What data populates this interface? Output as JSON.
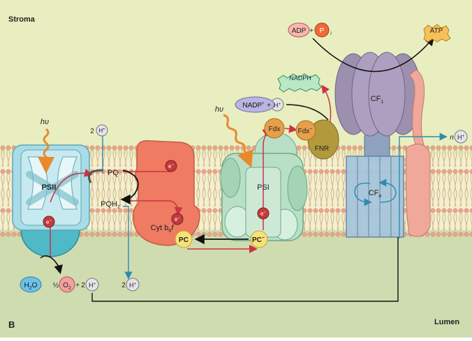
{
  "regions": {
    "stroma": "Stroma",
    "lumen": "Lumen",
    "panel": "B"
  },
  "complexes": {
    "psii": "PSII",
    "cytb6f": "Cyt b",
    "cytb6f_sub": "6",
    "cytb6f_suffix": "f",
    "psi": "PSI",
    "cf1": "CF",
    "cf1_sub": "1",
    "cf0": "CF",
    "cf0_sub": "o"
  },
  "carriers": {
    "pq": "PQ",
    "pqh": "PQH",
    "pqh_sub": "2",
    "pc": "PC",
    "pc_reduced": "PC",
    "pc_reduced_sup": "−",
    "fdx": "Fdx",
    "fdx_reduced": "Fdx",
    "fdx_reduced_sup": "−",
    "fnr": "FNR",
    "electron": "e",
    "electron_sup": "−"
  },
  "light": {
    "photon": "hυ"
  },
  "molecules": {
    "h2o": "H",
    "h2o_sub": "2",
    "h2o_suffix": "O",
    "half": "½",
    "o2": "O",
    "o2_sub": "2",
    "proton": "H",
    "proton_sup": "+",
    "nadp": "NADP",
    "nadp_sup": "+",
    "nadph": "NADPH",
    "adp": "ADP",
    "pi": "P",
    "pi_sub": "i",
    "atp": "ATP",
    "plus": "+"
  },
  "stoich": {
    "two": "2",
    "n": "n"
  },
  "colors": {
    "stroma_bg": "#e8eebf",
    "lumen_bg": "#cfdcb0",
    "lipid_head": "#e8a58a",
    "psii": "#a9dce6",
    "cytb6f": "#ee7b62",
    "psi": "#b9e0c6",
    "atp_synthase_cf1": "#9d8fae",
    "cf0": "#a8c6dc",
    "pc": "#f6e27a",
    "fdx": "#e6a04a",
    "fnr": "#b29a3c",
    "electron": "#c33a3a",
    "electron_path": "#cc3344",
    "proton_path": "#2f8bb0"
  }
}
